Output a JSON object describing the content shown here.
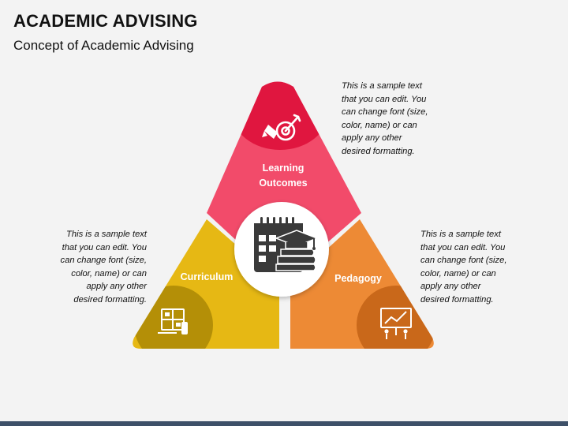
{
  "header": {
    "title": "ACADEMIC ADVISING",
    "subtitle": "Concept of Academic Advising"
  },
  "segments": [
    {
      "label_line1": "Learning",
      "label_line2": "Outcomes",
      "icon": "target-pencil-icon",
      "color": "#f24b6a",
      "accent": "#e0163f",
      "note": "This is a sample text\nthat you can edit. You\ncan change font (size,\ncolor, name) or can\napply any other\ndesired formatting."
    },
    {
      "label": "Curriculum",
      "icon": "study-board-icon",
      "color": "#e6b814",
      "accent": "#b48f07",
      "note": "This is a sample text\nthat you can edit. You\ncan change font (size,\ncolor, name) or can\napply any other\ndesired formatting."
    },
    {
      "label": "Pedagogy",
      "icon": "presentation-icon",
      "color": "#ed8a35",
      "accent": "#c9681a",
      "note": "This is a sample text\nthat you can edit. You\ncan change font (size,\ncolor, name) or can\napply any other\ndesired formatting."
    }
  ],
  "center": {
    "icon": "calendar-graduation-icon"
  }
}
